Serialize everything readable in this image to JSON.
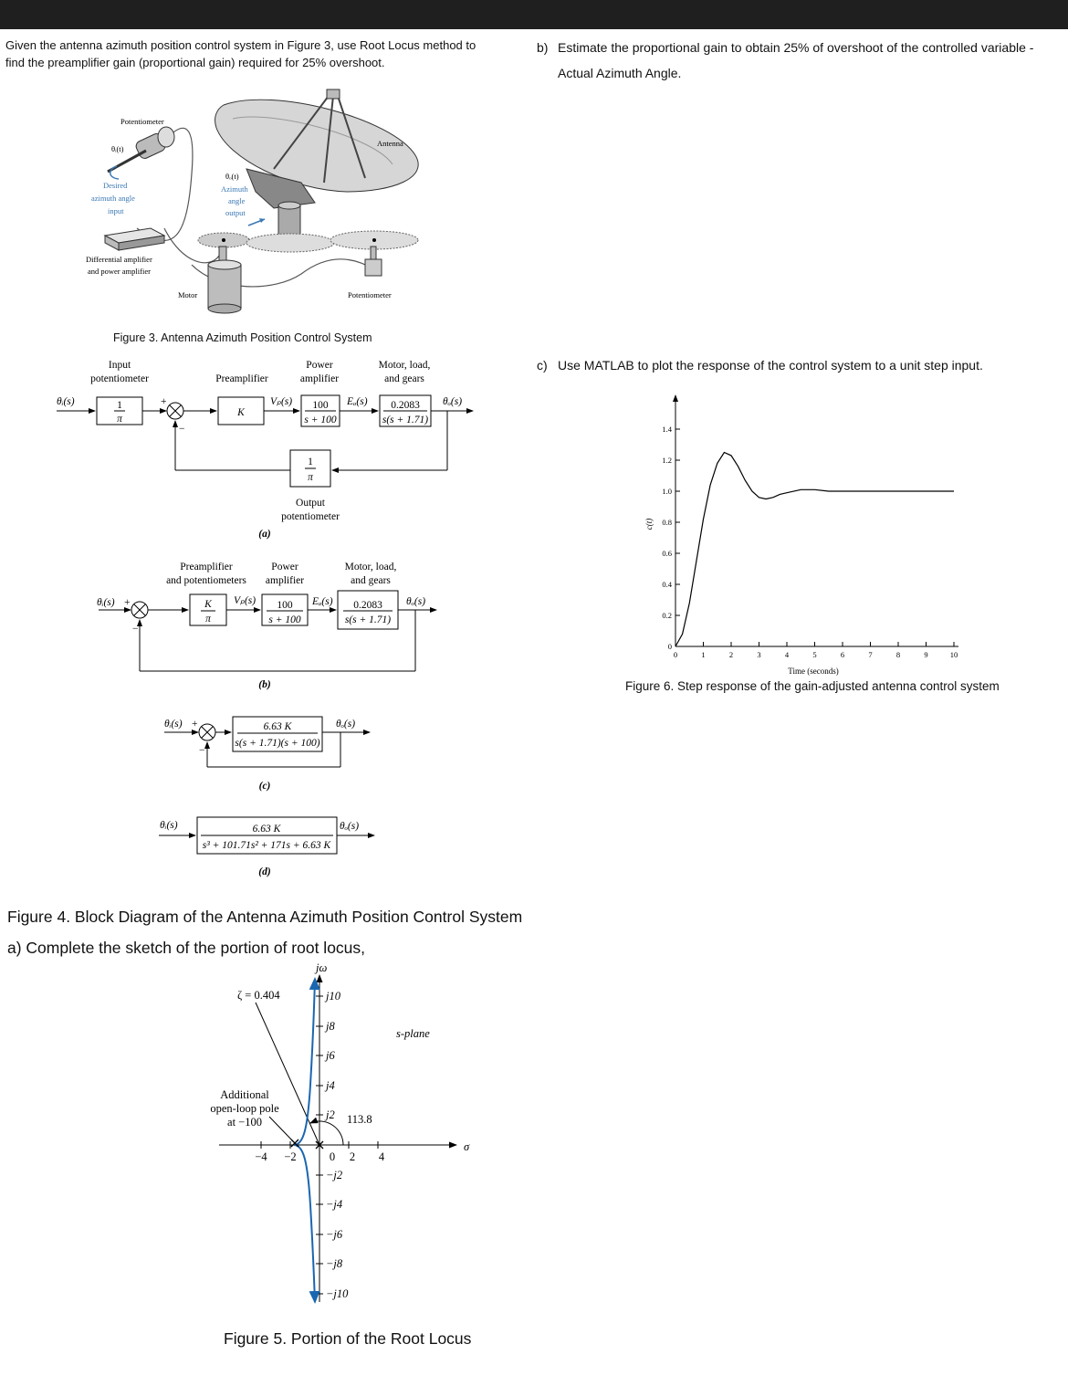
{
  "header": {},
  "left": {
    "intro_line1": "Given the antenna azimuth position control system in Figure 3, use Root Locus method to",
    "intro_line2": "find the preamplifier gain (proportional gain) required for 25% overshoot.",
    "fig3": {
      "potentiometer_top": "Potentiometer",
      "theta_i": "θᵢ(t)",
      "desired1": "Desired",
      "desired2": "azimuth angle",
      "desired3": "input",
      "theta_o": "θₒ(t)",
      "azimuth1": "Azimuth",
      "azimuth2": "angle",
      "azimuth3": "output",
      "antenna": "Antenna",
      "diffamp1": "Differential amplifier",
      "diffamp2": "and power amplifier",
      "motor": "Motor",
      "potentiometer_bottom": "Potentiometer",
      "caption": "Figure 3. Antenna Azimuth Position Control System"
    },
    "fig4": {
      "a": {
        "input_pot1": "Input",
        "input_pot2": "potentiometer",
        "preamp": "Preamplifier",
        "power_amp1": "Power",
        "power_amp2": "amplifier",
        "motor1": "Motor, load,",
        "motor2": "and gears",
        "in": "θᵢ(s)",
        "gain_in_num": "1",
        "gain_in_den": "π",
        "plus": "+",
        "minus": "−",
        "k": "K",
        "vp": "Vₚ(s)",
        "amp_num": "100",
        "amp_den": "s + 100",
        "ea": "Eₐ(s)",
        "motor_num": "0.2083",
        "motor_den": "s(s + 1.71)",
        "out": "θₒ(s)",
        "fb_num": "1",
        "fb_den": "π",
        "out_pot1": "Output",
        "out_pot2": "potentiometer",
        "label": "(a)"
      },
      "b": {
        "preamp1": "Preamplifier",
        "preamp2": "and potentiometers",
        "power1": "Power",
        "power2": "amplifier",
        "motor1": "Motor, load,",
        "motor2": "and gears",
        "in": "θᵢ(s)",
        "plus": "+",
        "minus": "−",
        "k_num": "K",
        "k_den": "π",
        "vp": "Vₚ(s)",
        "amp_num": "100",
        "amp_den": "s + 100",
        "ea": "Eₐ(s)",
        "motor_num": "0.2083",
        "motor_den": "s(s + 1.71)",
        "out": "θₒ(s)",
        "label": "(b)"
      },
      "c": {
        "in": "θᵢ(s)",
        "plus": "+",
        "minus": "−",
        "num": "6.63 K",
        "den": "s(s + 1.71)(s + 100)",
        "out": "θₒ(s)",
        "label": "(c)"
      },
      "d": {
        "in": "θᵢ(s)",
        "num": "6.63 K",
        "den": "s³ + 101.71s² + 171s + 6.63 K",
        "out": "θₒ(s)",
        "label": "(d)"
      },
      "caption": "Figure 4. Block Diagram of the Antenna Azimuth Position Control System"
    },
    "part_a": "a)  Complete the sketch of the portion of root locus,",
    "fig5": {
      "jw": "jω",
      "zeta": "ζ = 0.404",
      "splane": "s-plane",
      "sigma": "σ",
      "angle": "113.8",
      "addpole1": "Additional",
      "addpole2": "open-loop pole",
      "addpole3": "at −100",
      "ticks_pos": [
        "j10",
        "j8",
        "j6",
        "j4",
        "j2"
      ],
      "ticks_neg": [
        "−j2",
        "−j4",
        "−j6",
        "−j8",
        "−j10"
      ],
      "xticks": [
        "−4",
        "−2",
        "0",
        "2",
        "4"
      ],
      "caption": "Figure 5. Portion of the Root Locus"
    }
  },
  "right": {
    "b_label": "b)",
    "b_line1": "Estimate the proportional gain to obtain 25% of overshoot of the controlled variable -",
    "b_line2": "Actual Azimuth Angle.",
    "c_label": "c)",
    "c_text": "Use MATLAB to plot the response of the control system to a unit step input.",
    "fig6_caption": "Figure 6. Step response of the gain-adjusted antenna control system"
  },
  "chart_data": {
    "type": "line",
    "title": "",
    "xlabel": "Time (seconds)",
    "ylabel": "c(t)",
    "xlim": [
      0,
      10
    ],
    "ylim": [
      0,
      1.4
    ],
    "xticks": [
      "0",
      "1",
      "2",
      "3",
      "4",
      "5",
      "6",
      "7",
      "8",
      "9",
      "10"
    ],
    "yticks": [
      "0",
      "0.2",
      "0.4",
      "0.6",
      "0.8",
      "1.0",
      "1.2",
      "1.4"
    ],
    "grid": false,
    "x": [
      0,
      0.25,
      0.5,
      0.75,
      1.0,
      1.25,
      1.5,
      1.75,
      2.0,
      2.25,
      2.5,
      2.75,
      3.0,
      3.25,
      3.5,
      3.75,
      4.0,
      4.5,
      5.0,
      5.5,
      6.0,
      7.0,
      8.0,
      9.0,
      10.0
    ],
    "series": [
      {
        "values": [
          0,
          0.08,
          0.28,
          0.55,
          0.82,
          1.04,
          1.18,
          1.25,
          1.23,
          1.16,
          1.07,
          1.0,
          0.96,
          0.95,
          0.96,
          0.98,
          0.99,
          1.01,
          1.01,
          1.0,
          1.0,
          1.0,
          1.0,
          1.0,
          1.0
        ]
      }
    ]
  }
}
